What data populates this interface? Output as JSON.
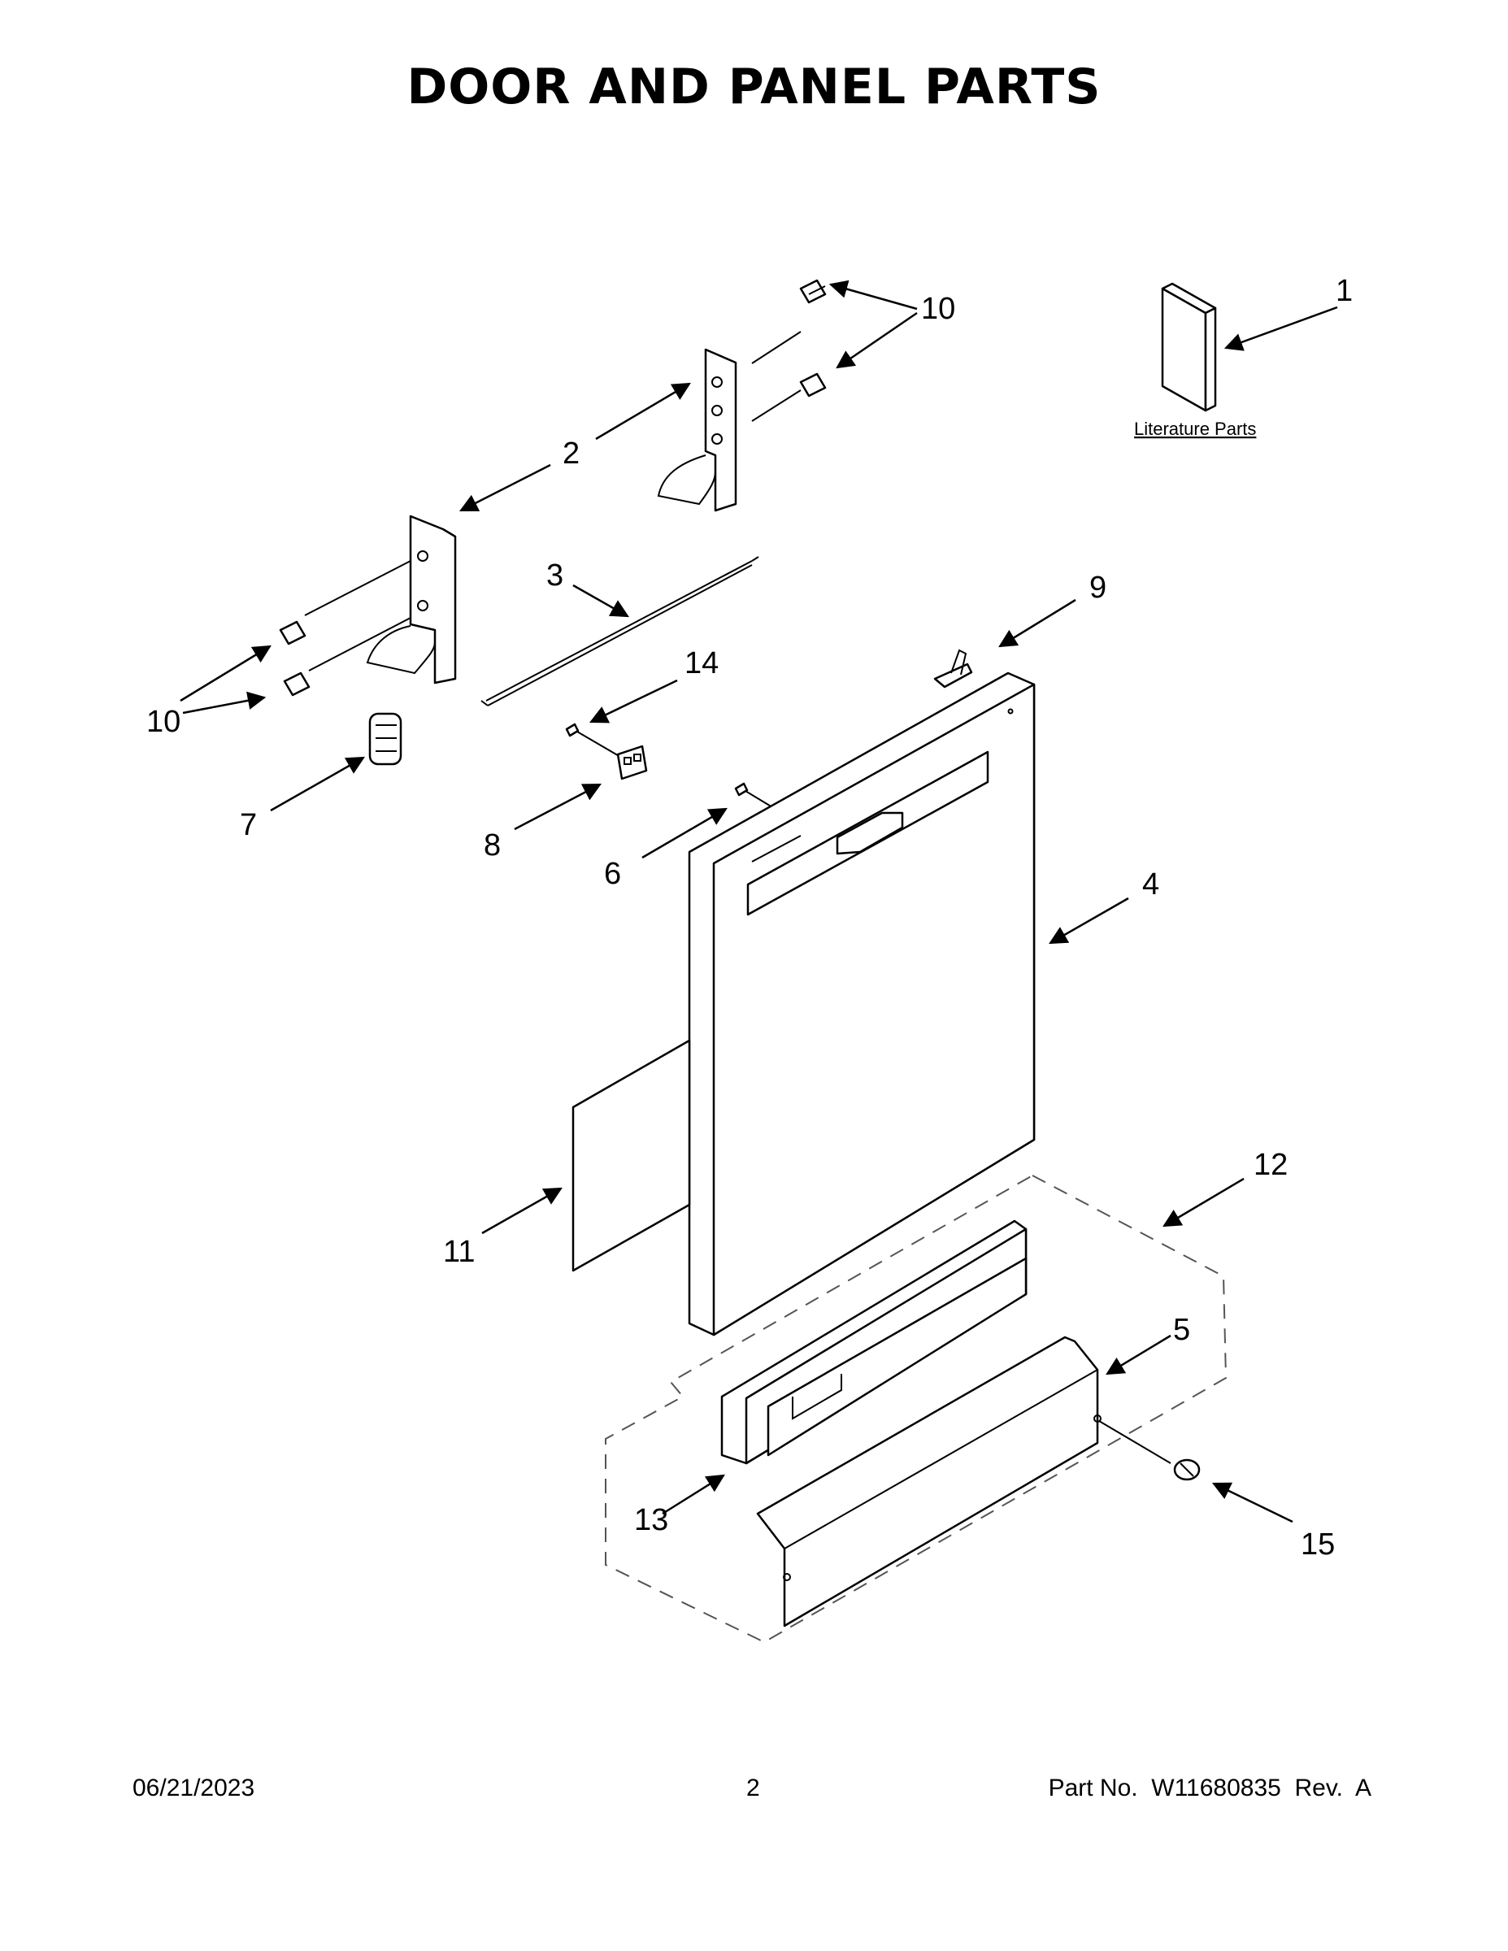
{
  "title": "DOOR AND PANEL PARTS",
  "literature_label": "Literature Parts",
  "callouts": {
    "c1": "1",
    "c2": "2",
    "c3": "3",
    "c4": "4",
    "c5": "5",
    "c6": "6",
    "c7": "7",
    "c8": "8",
    "c9": "9",
    "c10a": "10",
    "c10b": "10",
    "c11": "11",
    "c12": "12",
    "c13": "13",
    "c14": "14",
    "c15": "15"
  },
  "footer": {
    "date": "06/21/2023",
    "page": "2",
    "part_number": "Part No.  W11680835  Rev.  A"
  }
}
